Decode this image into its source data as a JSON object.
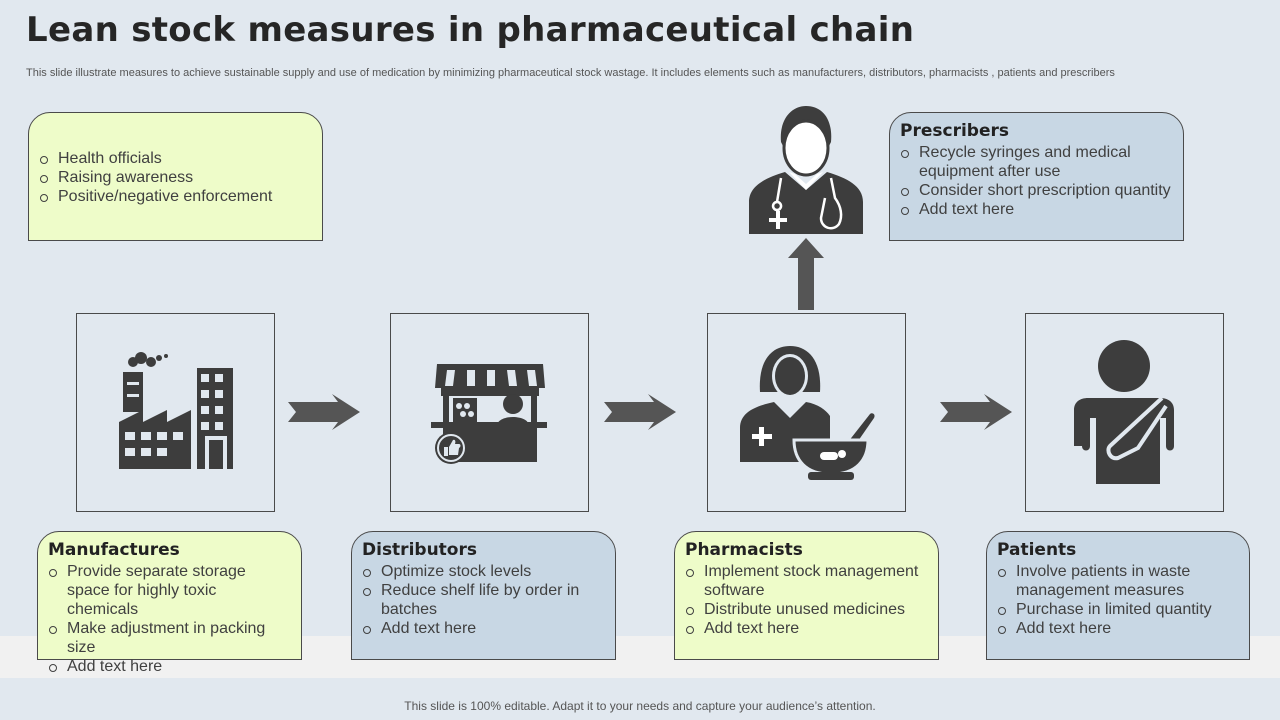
{
  "slide": {
    "title": "Lean stock measures in pharmaceutical chain",
    "subtitle": "This slide illustrate measures to achieve sustainable supply and use of medication by minimizing pharmaceutical stock wastage. It includes elements such as manufacturers, distributors,  pharmacists , patients and prescribers",
    "footer": "This slide is 100% editable. Adapt it to your needs and capture your audience’s attention."
  },
  "colors": {
    "green_card": "#eefcc9",
    "blue_card": "#c8d7e4",
    "icon": "#3d3d3d",
    "background": "#e1e8ef"
  },
  "health_card": {
    "items": [
      "Health officials",
      "Raising awareness",
      "Positive/negative enforcement"
    ]
  },
  "prescribers": {
    "heading": "Prescribers",
    "icon": "doctor-stethoscope-icon",
    "items": [
      "Recycle syringes and medical equipment after use",
      "Consider short prescription quantity",
      "Add text here"
    ]
  },
  "manufactures": {
    "heading": "Manufactures",
    "icon": "factory-icon",
    "items": [
      "Provide separate storage space for highly toxic chemicals",
      "Make adjustment  in packing size",
      "Add text here"
    ]
  },
  "distributors": {
    "heading": "Distributors",
    "icon": "market-stall-icon",
    "items": [
      "Optimize stock levels",
      "Reduce shelf life by order in batches",
      "Add text here"
    ]
  },
  "pharmacists": {
    "heading": "Pharmacists",
    "icon": "pharmacist-mortar-icon",
    "items": [
      "Implement  stock management software",
      "Distribute unused medicines",
      "Add text here"
    ]
  },
  "patients": {
    "heading": "Patients",
    "icon": "patient-sling-icon",
    "items": [
      "Involve  patients in waste management measures",
      "Purchase in limited quantity",
      "Add text here"
    ]
  }
}
